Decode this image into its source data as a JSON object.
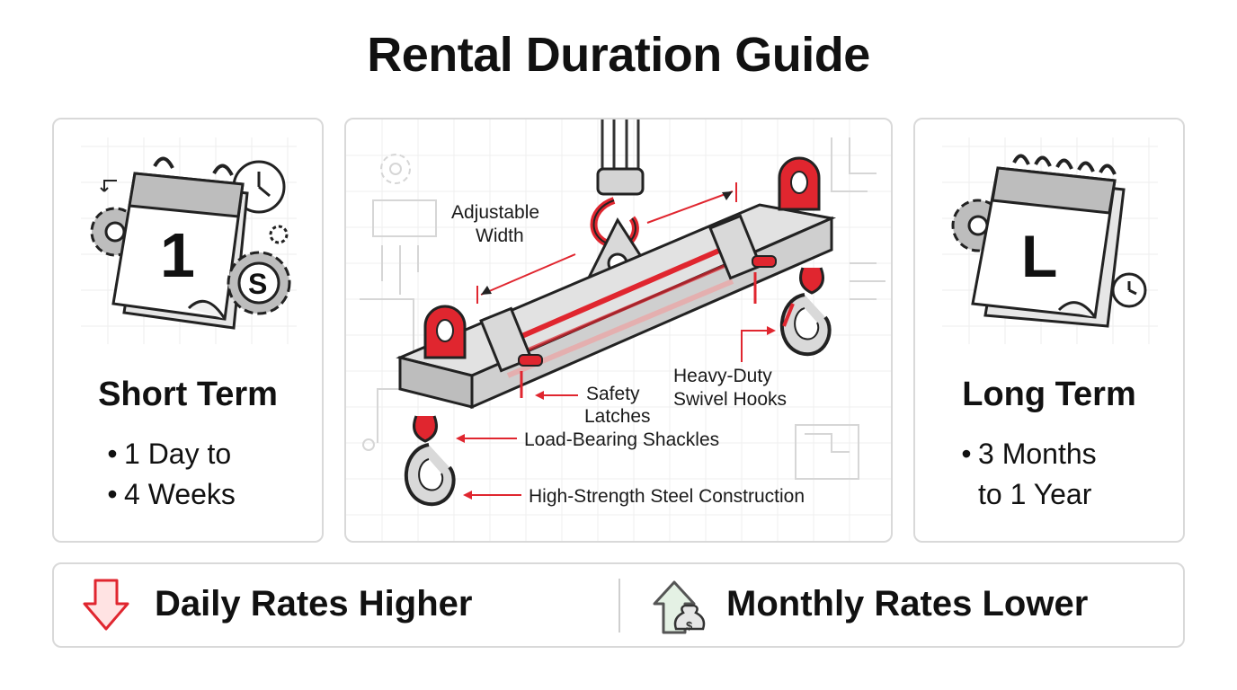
{
  "title": "Rental Duration Guide",
  "short_term": {
    "calendar_number": "1",
    "coin_letter": "S",
    "heading": "Short Term",
    "bullets": [
      "1 Day to",
      "4 Weeks"
    ]
  },
  "long_term": {
    "calendar_letter": "L",
    "heading": "Long Term",
    "bullets": [
      "3 Months",
      "to 1 Year"
    ]
  },
  "diagram": {
    "labels": {
      "adjustable_1": "Adjustable",
      "adjustable_2": "Width",
      "safety_1": "Safety",
      "safety_2": "Latches",
      "heavy_1": "Heavy-Duty",
      "heavy_2": "Swivel Hooks",
      "shackles": "Load-Bearing Shackles",
      "steel": "High-Strength Steel Construction"
    }
  },
  "rates": {
    "left": "Daily Rates Higher",
    "right": "Monthly Rates Lower"
  },
  "colors": {
    "accent_red": "#e0262f",
    "steel_gray": "#c9c9c9",
    "ink": "#111111"
  },
  "icons": [
    "calendar-icon",
    "clock-icon",
    "gear-icon",
    "coin-icon",
    "arrow-down-icon",
    "arrow-up-money-icon"
  ]
}
